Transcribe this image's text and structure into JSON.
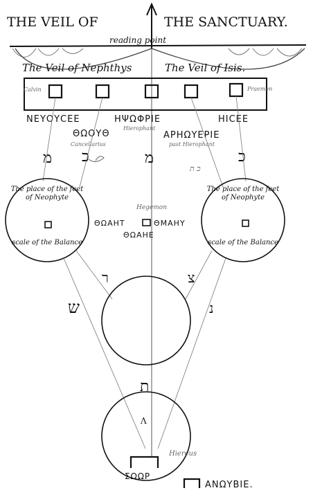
{
  "title_left": "THE VEIL OF",
  "title_right": "THE SANCTUARY.",
  "reading_point": "reading point",
  "veil_nephthys": "The Veil of Nephthys",
  "veil_isis": "The Veil of Isis.",
  "veil_left_note": "Calvin",
  "veil_right_note": "Praemon",
  "greek_left": "ΝΕΥΟΥCΕΕ",
  "greek_center": "ΗΨΩΦΡΙΕ",
  "greek_right": "ΗΙCΕΕ",
  "greek_left_low": "ΘΩΟΥΘ",
  "greek_right_low": "ΑΡΗΩΥΕΡΙΕ",
  "note_hierophant_top": "Hierophant",
  "note_cancellarius": "Cancellarius",
  "note_past_hierophant": "past Hierophant",
  "hebrew_mem_left": "מ",
  "hebrew_kaph": "כ",
  "hebrew_mem_center": "מ",
  "hebrew_kaph_right": "כ",
  "left_circle_top": "The place of the feet of Neophyte",
  "left_circle_bottom": "scale of the Balance",
  "right_circle_top": "The place of the feet of Neophyte",
  "right_circle_bottom": "scale of the Balance",
  "hegemon_label": "Hegemon",
  "center_greek_1": "ΘΩΑΗΤ",
  "center_greek_2": "ΘΜΑΗΥ",
  "center_greek_3": "ΘΩΑΗΕ",
  "hebrew_resh": "ר",
  "hebrew_tzaddi": "צ",
  "hebrew_shin": "ש",
  "hebrew_nun": "נ",
  "hebrew_tav": "ת",
  "lambda_mark": "Λ",
  "hiereus_label": "Hiereus",
  "bottom_greek": "ΣΩΩΡ",
  "anubis_label": "ΑΝΩΥΒΙΕ."
}
